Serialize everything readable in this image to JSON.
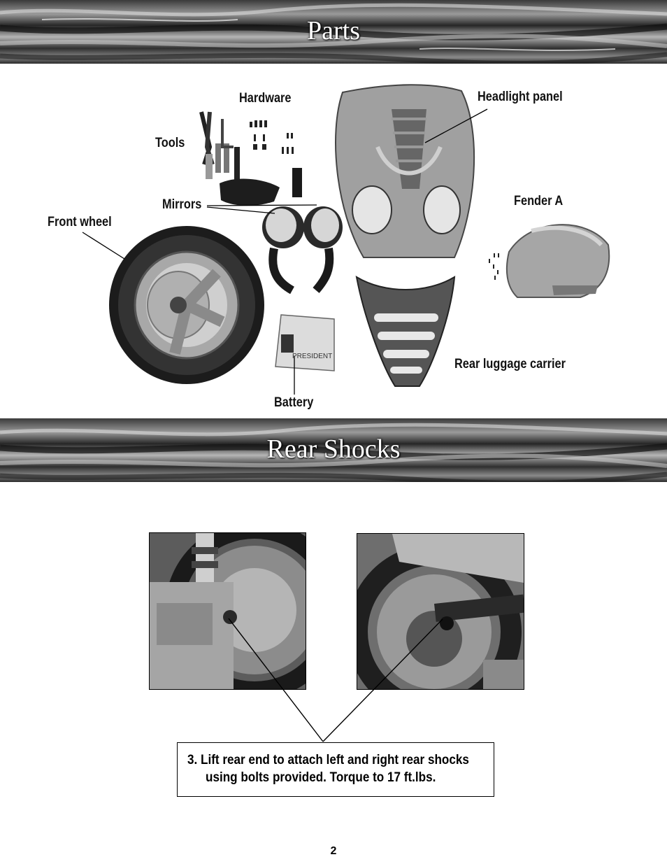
{
  "banners": {
    "parts": "Parts",
    "rear_shocks": "Rear Shocks"
  },
  "labels": {
    "hardware": "Hardware",
    "headlight_panel": "Headlight panel",
    "tools": "Tools",
    "mirrors": "Mirrors",
    "fender_a": "Fender A",
    "front_wheel": "Front wheel",
    "rear_luggage_carrier": "Rear luggage carrier",
    "battery": "Battery"
  },
  "battery_brand": "PRESIDENT",
  "instruction": {
    "line1": "3.  Lift rear end to attach left and right rear shocks",
    "line2": "using bolts provided. Torque to 17 ft.lbs."
  },
  "page_number": "2"
}
